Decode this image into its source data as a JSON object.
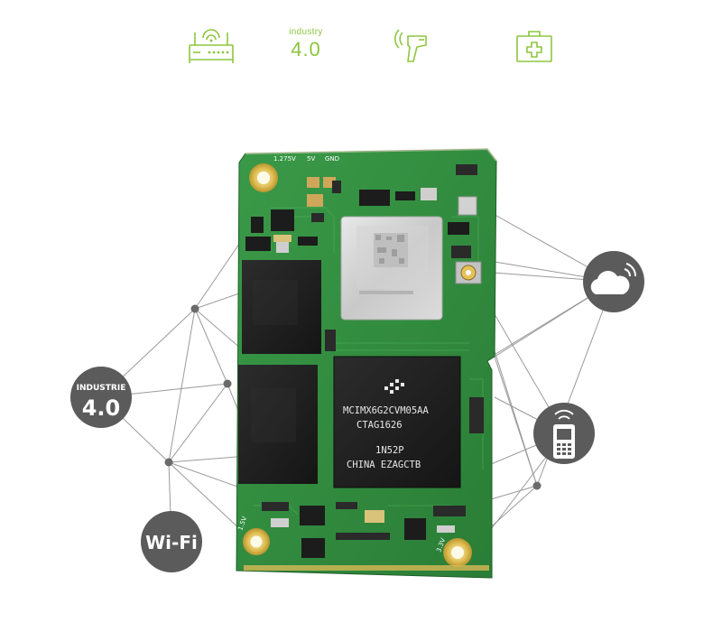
{
  "top_icons": {
    "router": "router-icon",
    "industry_small": "industry",
    "industry_big": "4.0",
    "scanner": "barcode-scanner-icon",
    "medical": "medical-kit-icon"
  },
  "badges": {
    "industrie_small": "INDUSTRIE",
    "industrie_big": "4.0",
    "wifi": "Wi-Fi",
    "cloud": "cloud-icon",
    "phone": "mobile-phone-icon"
  },
  "board": {
    "pin_labels": [
      "1.275V",
      "5V",
      "GND"
    ],
    "left_edge_label": "1.5V",
    "right_edge_label": "3.3V",
    "cpu_lines": [
      "MCIMX6G2CVM05AA",
      "CTAG1626",
      "1N52P",
      "CHINA  EZAGCTB"
    ]
  },
  "colors": {
    "accent": "#8dc63f",
    "badge": "#5b5b5b",
    "pcb": "#2e8b3d",
    "network_line": "#9a9a9a"
  }
}
